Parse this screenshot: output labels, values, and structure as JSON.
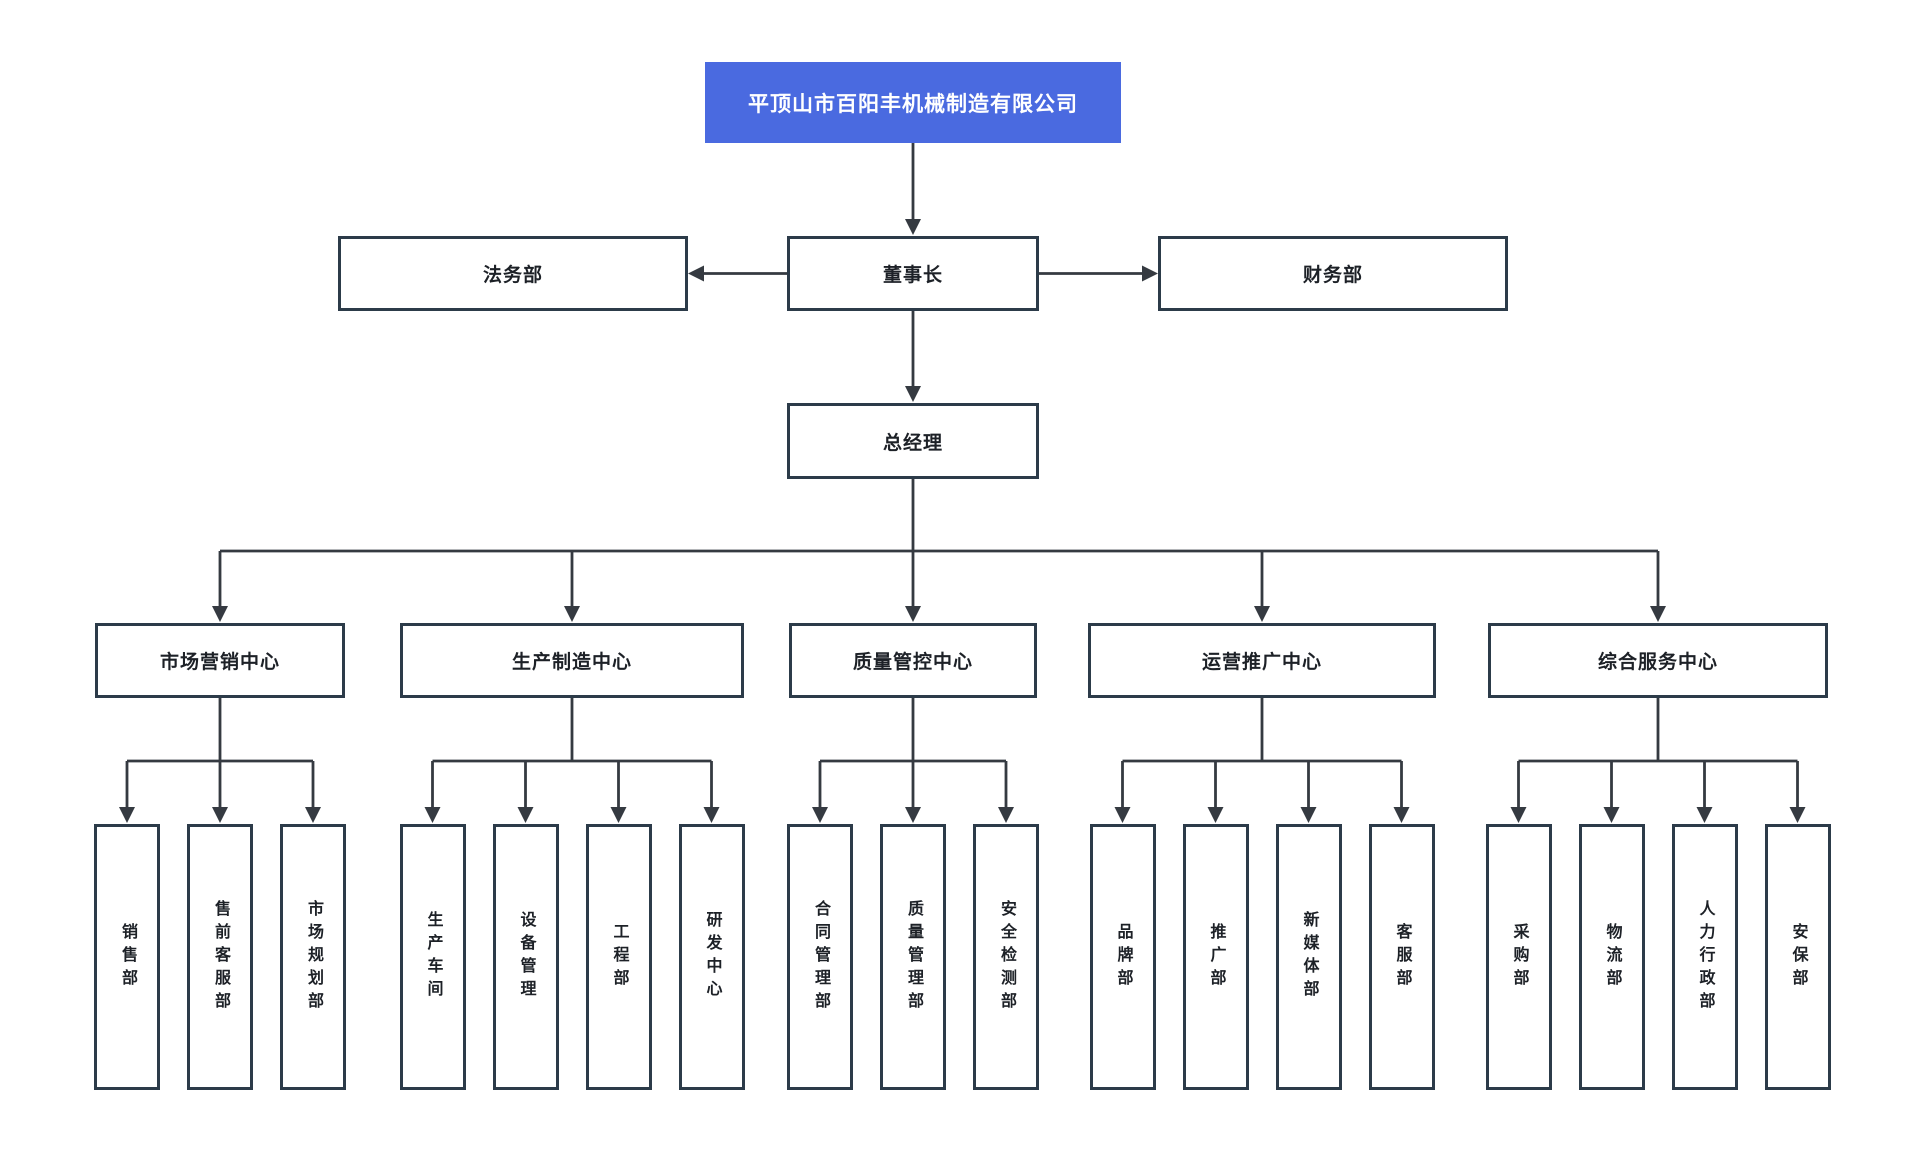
{
  "palette": {
    "root_fill": "#4a6ae0",
    "root_text": "#ffffff",
    "box_fill": "#ffffff",
    "box_border": "#2c3b49",
    "line_color": "#353a41",
    "text_color": "#1d2127",
    "background": "#ffffff"
  },
  "org": {
    "root": "平顶山市百阳丰机械制造有限公司",
    "level1": {
      "left": "法务部",
      "center": "董事长",
      "right": "财务部"
    },
    "level2": "总经理",
    "centers": [
      {
        "label": "市场营销中心",
        "children": [
          "销售部",
          "售前客服部",
          "市场规划部"
        ]
      },
      {
        "label": "生产制造中心",
        "children": [
          "生产车间",
          "设备管理",
          "工程部",
          "研发中心"
        ]
      },
      {
        "label": "质量管控中心",
        "children": [
          "合同管理部",
          "质量管理部",
          "安全检测部"
        ]
      },
      {
        "label": "运营推广中心",
        "children": [
          "品牌部",
          "推广部",
          "新媒体部",
          "客服部"
        ]
      },
      {
        "label": "综合服务中心",
        "children": [
          "采购部",
          "物流部",
          "人力行政部",
          "安保部"
        ]
      }
    ]
  }
}
